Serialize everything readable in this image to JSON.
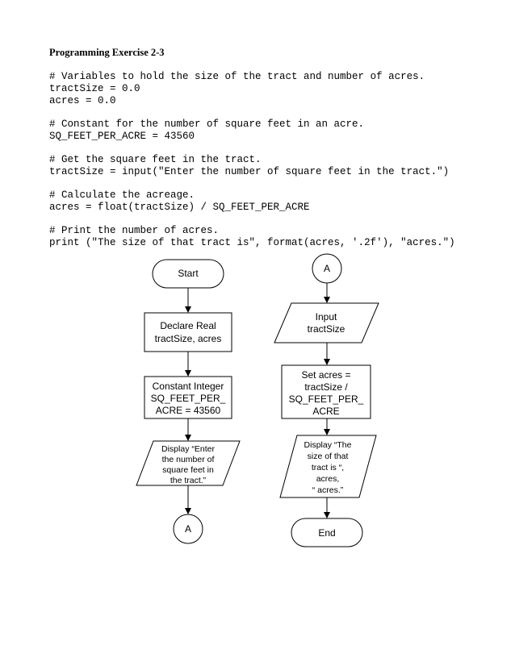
{
  "document": {
    "heading": "Programming Exercise 2-3",
    "code_lines": [
      "# Variables to hold the size of the tract and number of acres.",
      "tractSize = 0.0",
      "acres = 0.0",
      "",
      "# Constant for the number of square feet in an acre.",
      "SQ_FEET_PER_ACRE = 43560",
      "",
      "# Get the square feet in the tract.",
      "tractSize = input(\"Enter the number of square feet in the tract.\")",
      "",
      "# Calculate the acreage.",
      "acres = float(tractSize) / SQ_FEET_PER_ACRE",
      "",
      "# Print the number of acres.",
      "print (\"The size of that tract is\", format(acres, '.2f'), \"acres.\")"
    ]
  },
  "flowchart": {
    "left": {
      "start": "Start",
      "declare": [
        "Declare Real",
        "tractSize, acres"
      ],
      "constant": [
        "Constant Integer",
        "SQ_FEET_PER_",
        "ACRE = 43560"
      ],
      "display": [
        "Display “Enter",
        "the number of",
        "square feet in",
        "the tract.”"
      ],
      "connector": "A"
    },
    "right": {
      "connector": "A",
      "input": [
        "Input",
        "tractSize"
      ],
      "set": [
        "Set acres =",
        "tractSize /",
        "SQ_FEET_PER_",
        "ACRE"
      ],
      "display": [
        "Display “The",
        "size of that",
        "tract is “,",
        "acres,",
        "“ acres.”"
      ],
      "end": "End"
    }
  }
}
